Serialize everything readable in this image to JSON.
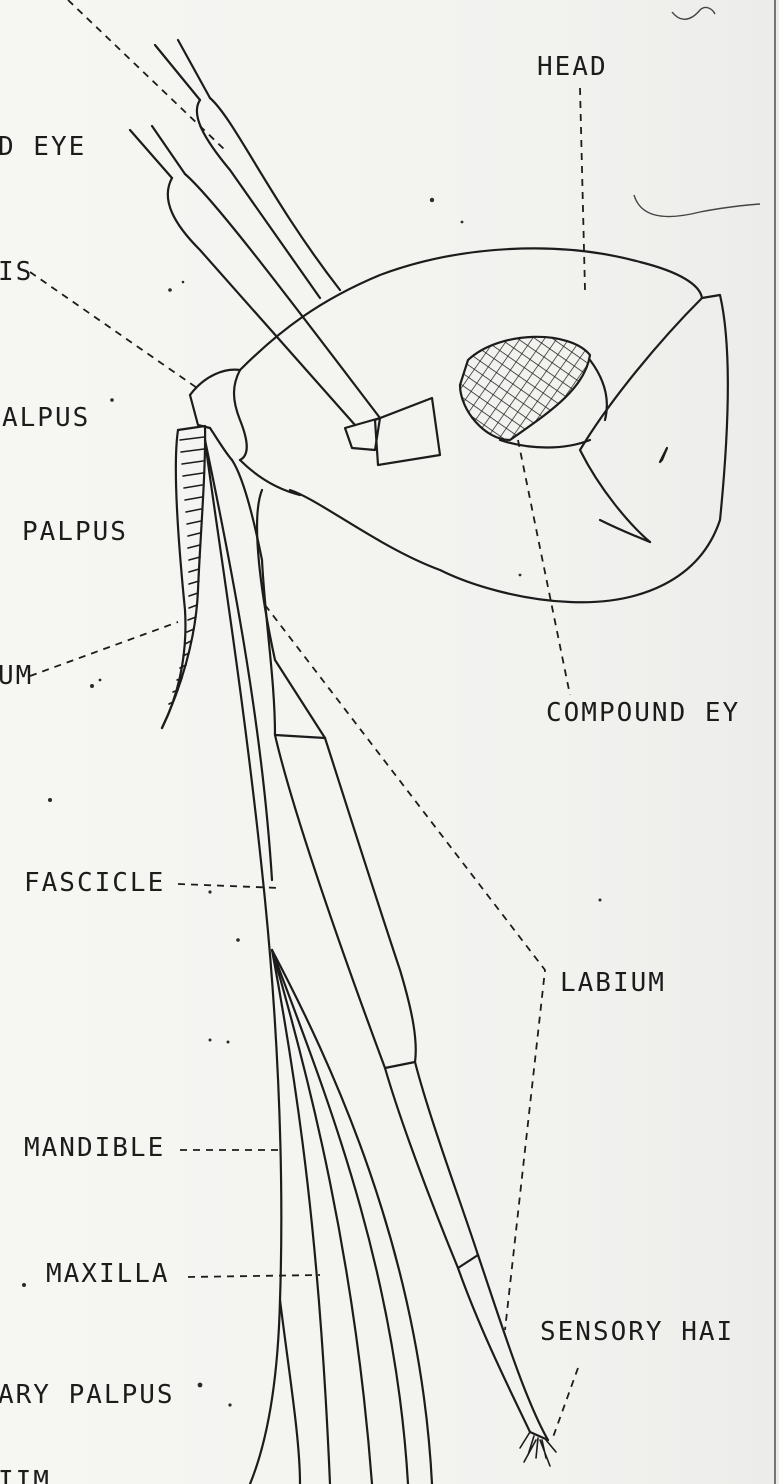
{
  "labels": {
    "head": "HEAD",
    "compound_eye_top": "D EYE",
    "clypeus": "IS",
    "labial_palpus": "ALPUS",
    "maxillary_palpus_upper": "PALPUS",
    "labrum_upper": "UM",
    "compound_eye": "COMPOUND EY",
    "fascicle": "FASCICLE",
    "labium": "LABIUM",
    "mandible": "MANDIBLE",
    "maxilla": "MAXILLA",
    "sensory_hair": "SENSORY HAI",
    "maxillary_palpus_lower": "ARY PALPUS",
    "bottom_cut": "IIM"
  }
}
